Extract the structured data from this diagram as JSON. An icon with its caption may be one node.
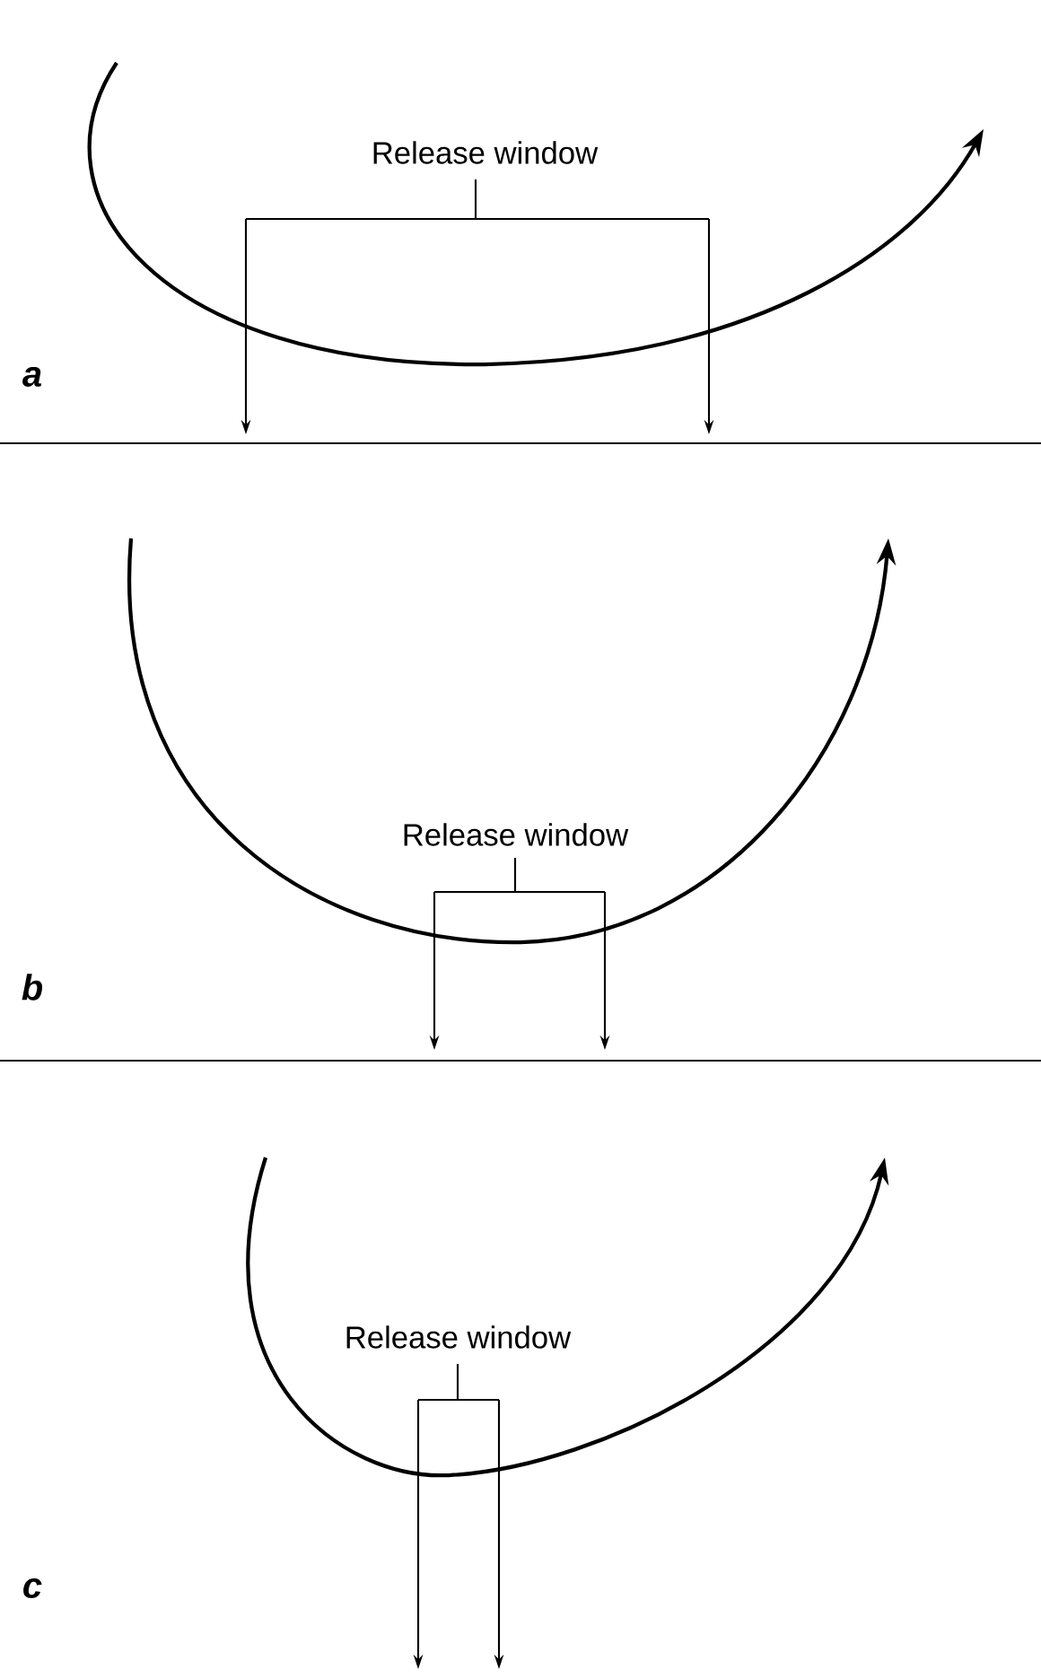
{
  "diagram": {
    "labels": [
      "Release window",
      "a",
      "Release window",
      "b",
      "Release window",
      "c"
    ]
  }
}
